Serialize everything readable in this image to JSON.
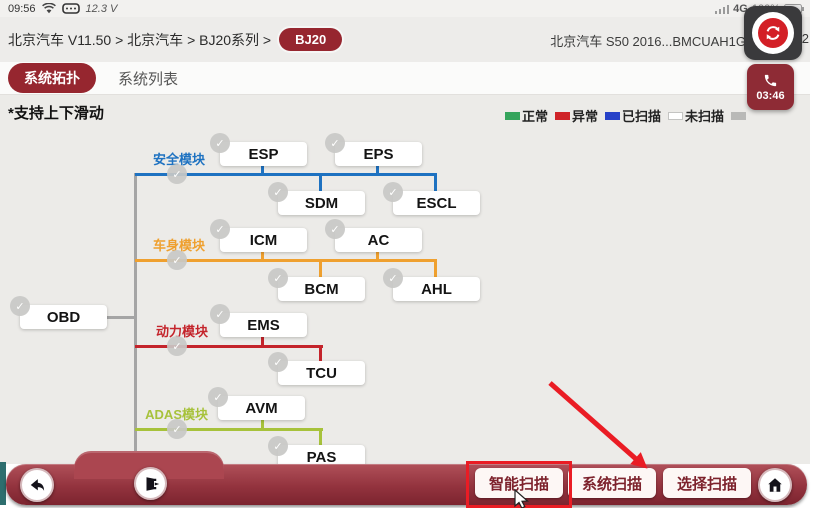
{
  "status_bar": {
    "time": "09:56",
    "voltage": "12.3 V",
    "network": "4G",
    "battery_level": "100%"
  },
  "breadcrumb": {
    "path": "北京汽车 V11.50 > 北京汽车 > BJ20系列 >",
    "current_button": "BJ20",
    "vehicle_info": "北京汽车 S50 2016...BMCUAH1G",
    "vehicle_info_tail": "2"
  },
  "tabs": {
    "topology": "系统拓扑",
    "system_list": "系统列表"
  },
  "content": {
    "hint": "*支持上下滑动"
  },
  "legend": {
    "items": [
      {
        "label": "正常",
        "color": "#35a45c"
      },
      {
        "label": "异常",
        "color": "#cf2428"
      },
      {
        "label": "已扫描",
        "color": "#2742c8"
      },
      {
        "label": "未扫描",
        "color": "#ffffff"
      },
      {
        "label": "",
        "color": "#b9b9b7"
      }
    ]
  },
  "topology": {
    "obd": "OBD",
    "modules": [
      {
        "name": "安全模块",
        "color": "#1e72c1",
        "top": [
          "ESP",
          "EPS"
        ],
        "bottom": [
          "SDM",
          "ESCL"
        ]
      },
      {
        "name": "车身模块",
        "color": "#efa02f",
        "top": [
          "ICM",
          "AC"
        ],
        "bottom": [
          "BCM",
          "AHL"
        ]
      },
      {
        "name": "动力模块",
        "color": "#c4242b",
        "top": [
          "EMS"
        ],
        "bottom": [
          "TCU"
        ]
      },
      {
        "name": "ADAS模块",
        "color": "#a7c23b",
        "top": [
          "AVM"
        ],
        "bottom": [
          "PAS"
        ]
      }
    ]
  },
  "float_call": {
    "duration": "03:46"
  },
  "bottom_bar": {
    "smart_scan": "智能扫描",
    "system_scan": "系统扫描",
    "select_scan": "选择扫描"
  }
}
